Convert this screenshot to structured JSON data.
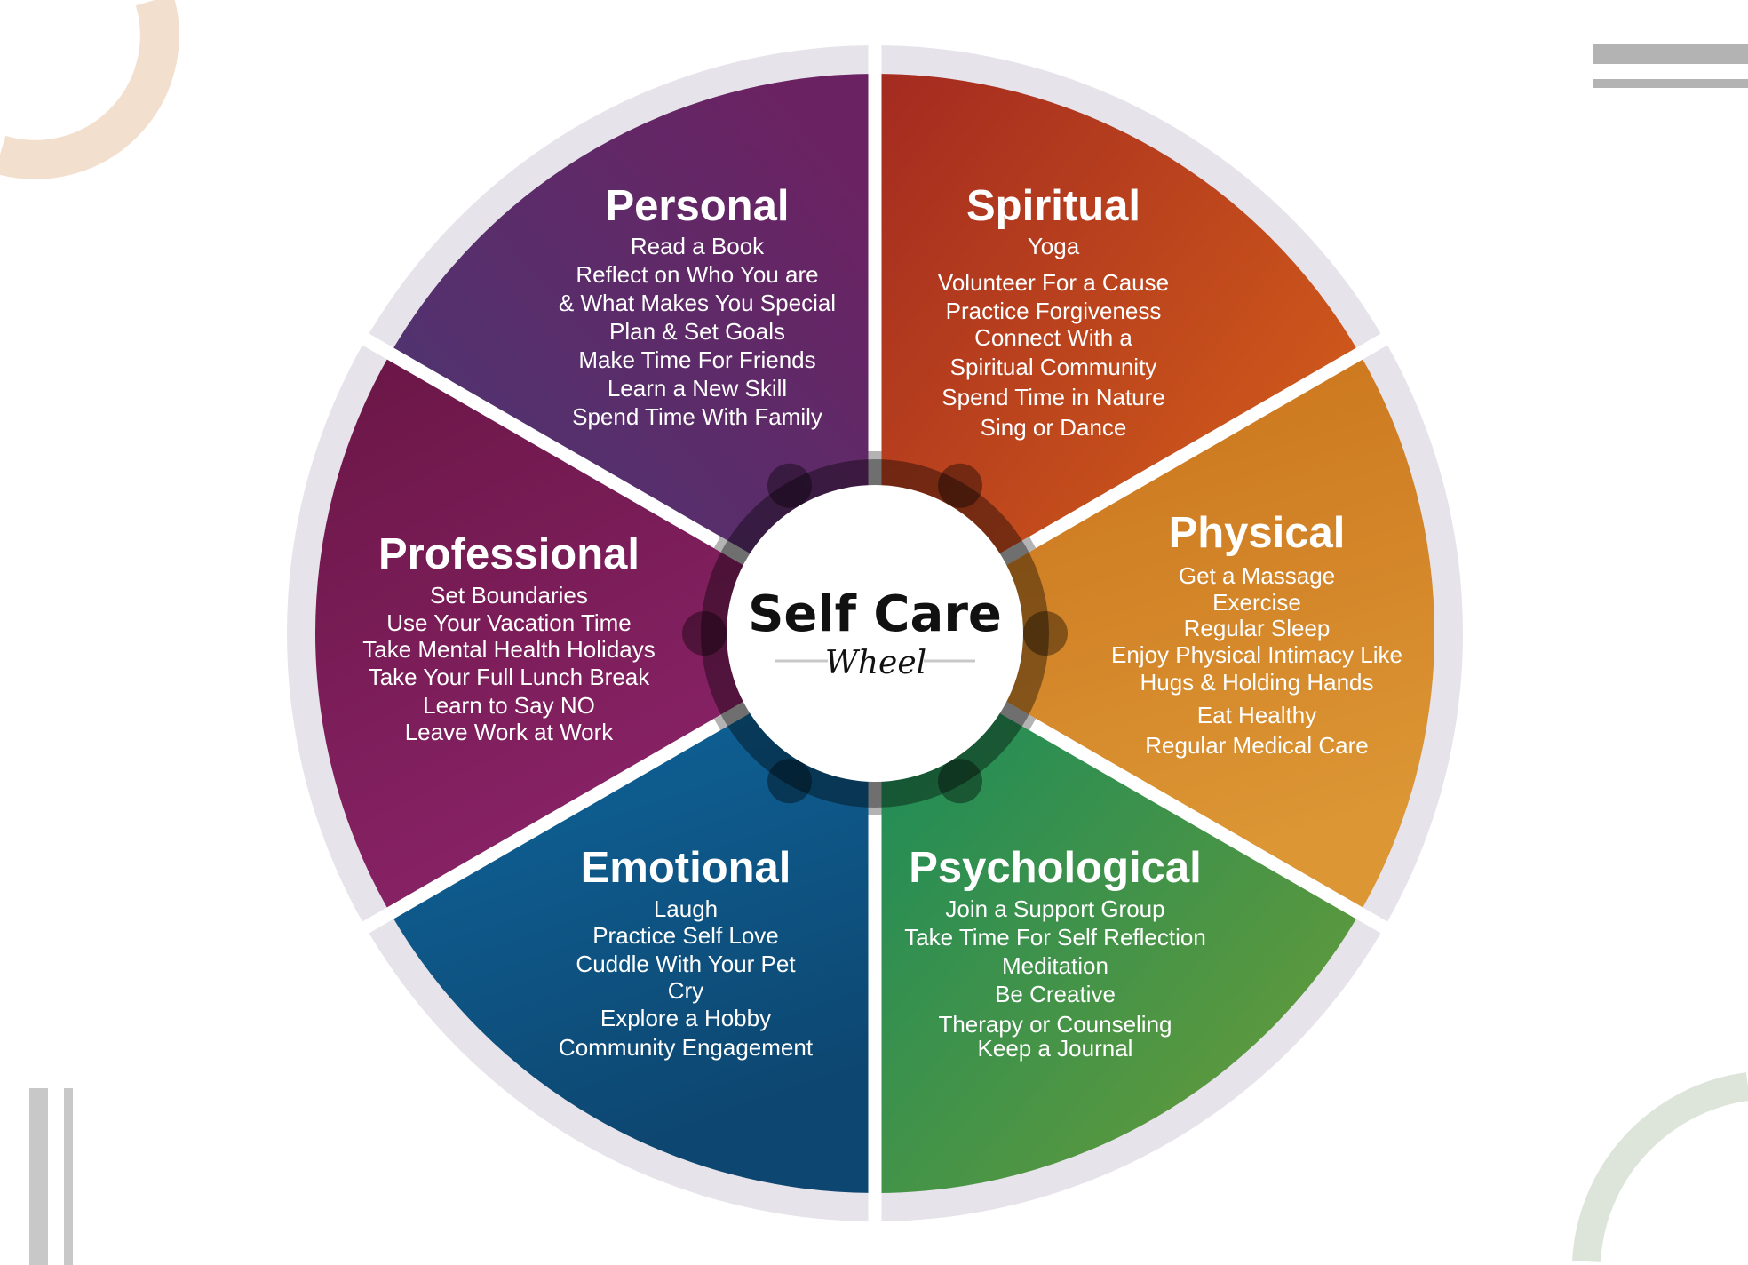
{
  "center": {
    "title": "Self Care",
    "subtitle": "Wheel"
  },
  "colors": {
    "ring": "#e6e3ea",
    "gap": "#ffffff",
    "hub_line": "#b3b3b3"
  },
  "segments": [
    {
      "title": "Personal",
      "from": "#6b2262",
      "to": "#4f3470",
      "items": [
        "Read a Book",
        "Reflect on Who You are",
        "& What Makes You Special",
        "Plan & Set Goals",
        "Make Time For Friends",
        "Learn a New Skill",
        "Spend Time With Family"
      ]
    },
    {
      "title": "Spiritual",
      "from": "#a32a20",
      "to": "#d8621a",
      "items": [
        "Yoga",
        "Volunteer For a Cause",
        "Practice Forgiveness",
        "Connect With a",
        "Spiritual Community",
        "Spend Time in Nature",
        "Sing or Dance"
      ]
    },
    {
      "title": "Physical",
      "from": "#c8701a",
      "to": "#dc9634",
      "items": [
        "Get a Massage",
        "Exercise",
        "Regular Sleep",
        "Enjoy Physical Intimacy Like",
        "Hugs & Holding Hands",
        "Eat Healthy",
        "Regular Medical Care"
      ]
    },
    {
      "title": "Psychological",
      "from": "#168a5c",
      "to": "#6e9c36",
      "items": [
        "Join a Support Group",
        "Take Time For Self Reflection",
        "Meditation",
        "Be Creative",
        "Therapy or Counseling",
        "Keep a Journal"
      ]
    },
    {
      "title": "Emotional",
      "from": "#0f6aa2",
      "to": "#0d4670",
      "items": [
        "Laugh",
        "Practice Self Love",
        "Cuddle With Your Pet",
        "Cry",
        "Explore a Hobby",
        "Community Engagement"
      ]
    },
    {
      "title": "Professional",
      "from": "#6a1646",
      "to": "#8c246a",
      "items": [
        "Set Boundaries",
        "Use Your Vacation Time",
        "Take Mental Health Holidays",
        "Take Your Full Lunch Break",
        "Learn to Say NO",
        "Leave Work at Work"
      ]
    }
  ]
}
